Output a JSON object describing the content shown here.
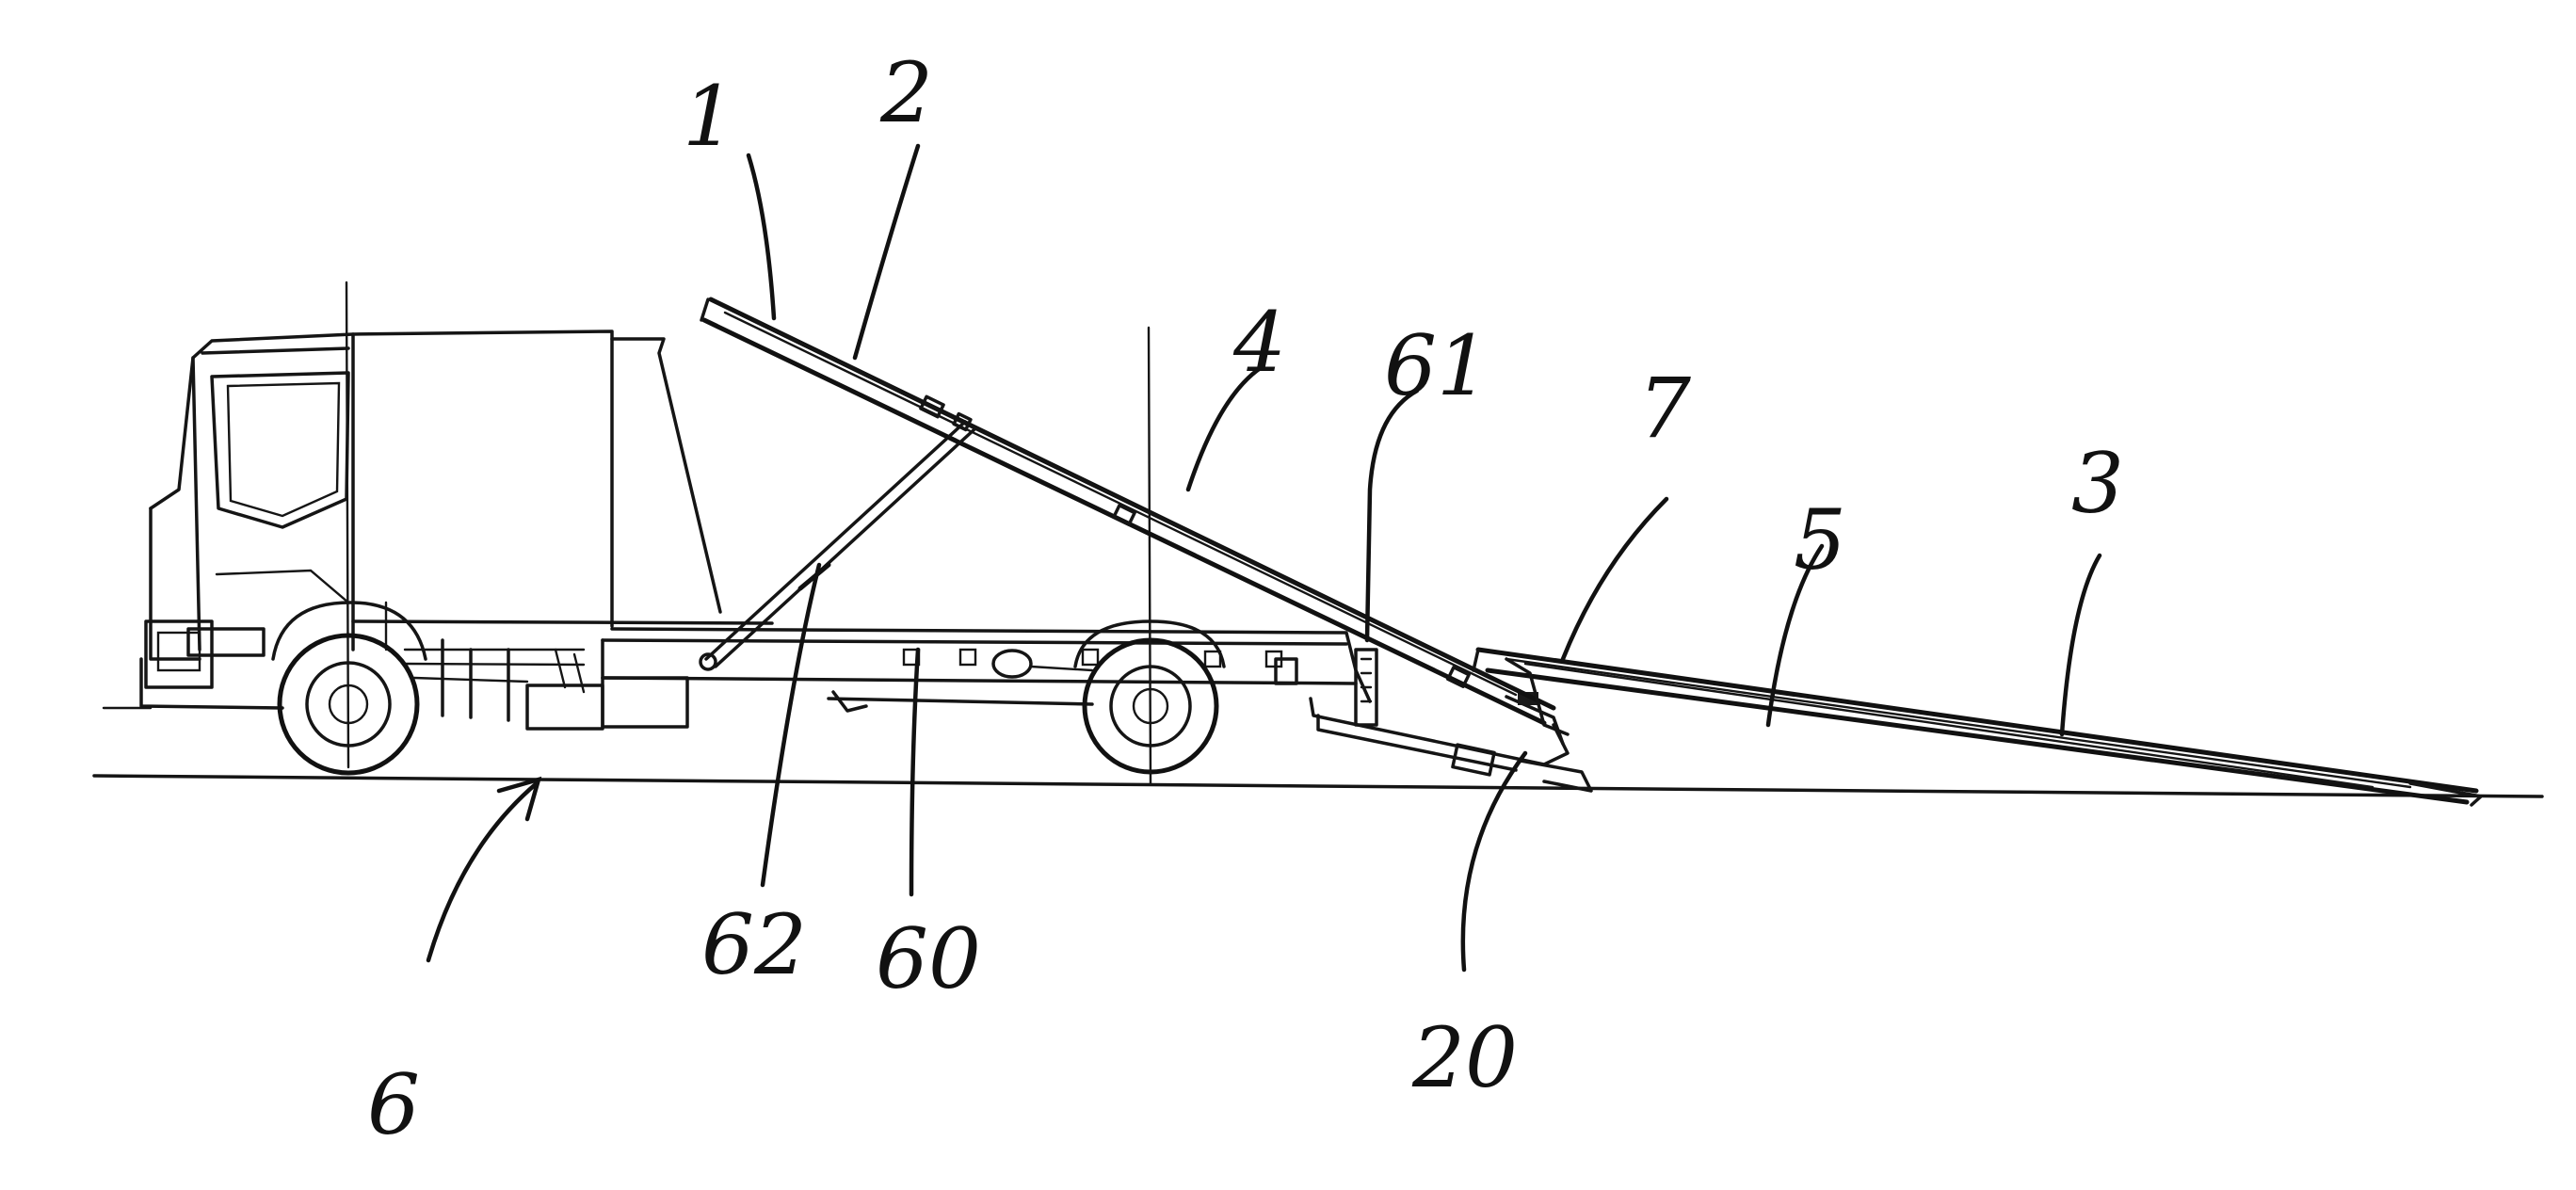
{
  "figure": {
    "background": "#ffffff",
    "ink": "#151515",
    "reference_labels": [
      {
        "id": "1",
        "text": "1"
      },
      {
        "id": "2",
        "text": "2"
      },
      {
        "id": "4",
        "text": "4"
      },
      {
        "id": "61",
        "text": "61"
      },
      {
        "id": "7",
        "text": "7"
      },
      {
        "id": "3",
        "text": "3"
      },
      {
        "id": "5",
        "text": "5"
      },
      {
        "id": "6",
        "text": "6"
      },
      {
        "id": "62",
        "text": "62"
      },
      {
        "id": "60",
        "text": "60"
      },
      {
        "id": "20",
        "text": "20"
      }
    ]
  }
}
